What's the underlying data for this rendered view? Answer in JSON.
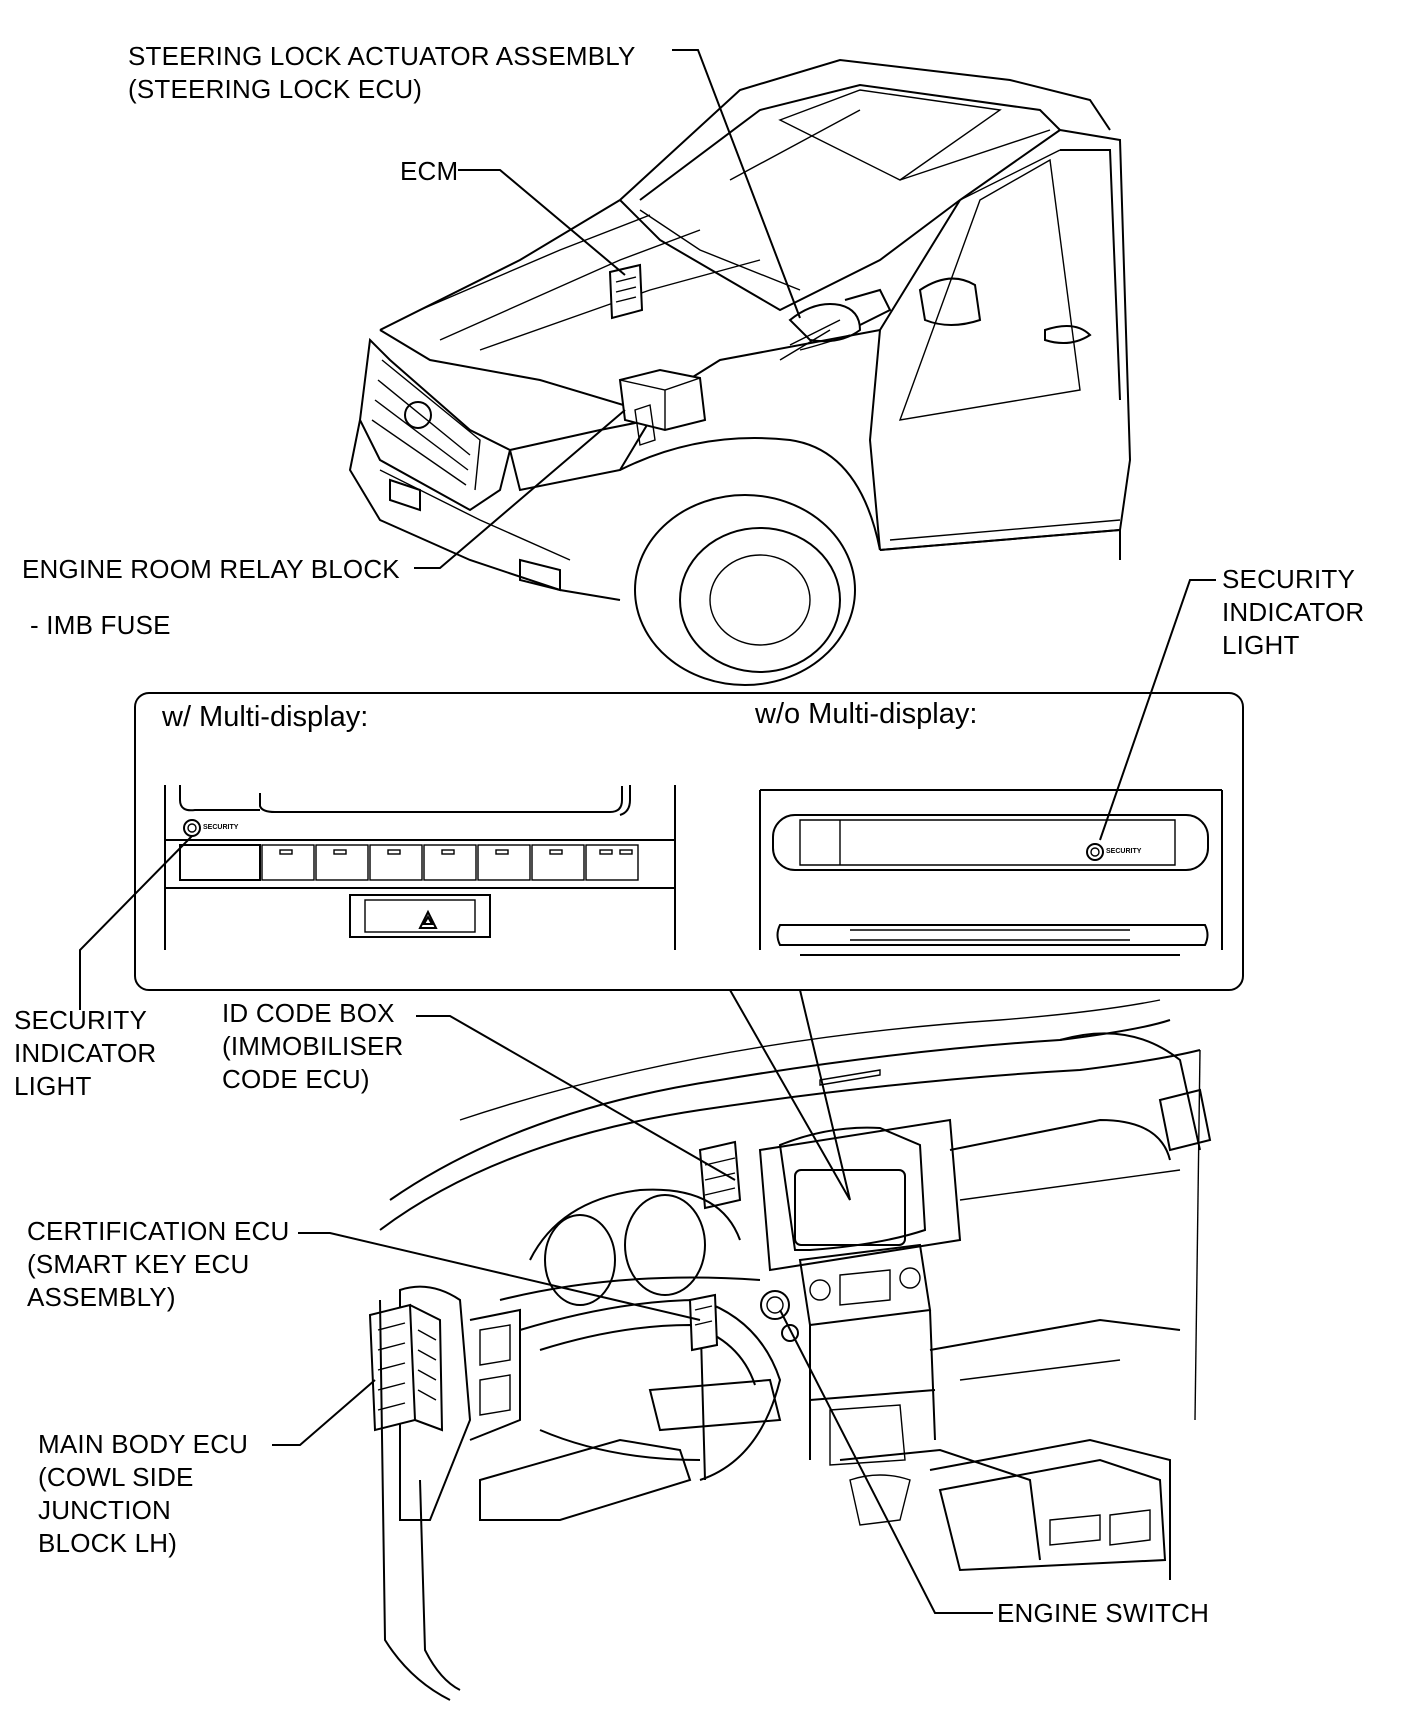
{
  "labels": {
    "steering_lock": "STEERING LOCK ACTUATOR ASSEMBLY\n(STEERING LOCK ECU)",
    "ecm": "ECM",
    "engine_room_relay": "ENGINE ROOM RELAY BLOCK",
    "imb_fuse": "- IMB FUSE",
    "security_light_right": "SECURITY\nINDICATOR\nLIGHT",
    "security_light_left": "SECURITY\nINDICATOR\nLIGHT",
    "id_code_box": "ID CODE BOX\n(IMMOBILISER\nCODE ECU)",
    "certification_ecu": "CERTIFICATION ECU\n(SMART KEY ECU\nASSEMBLY)",
    "main_body_ecu": "MAIN BODY ECU\n(COWL SIDE\nJUNCTION\nBLOCK LH)",
    "engine_switch": "ENGINE SWITCH"
  },
  "inset": {
    "with_display": "w/ Multi-display:",
    "without_display": "w/o Multi-display:",
    "security_text": "SECURITY"
  }
}
